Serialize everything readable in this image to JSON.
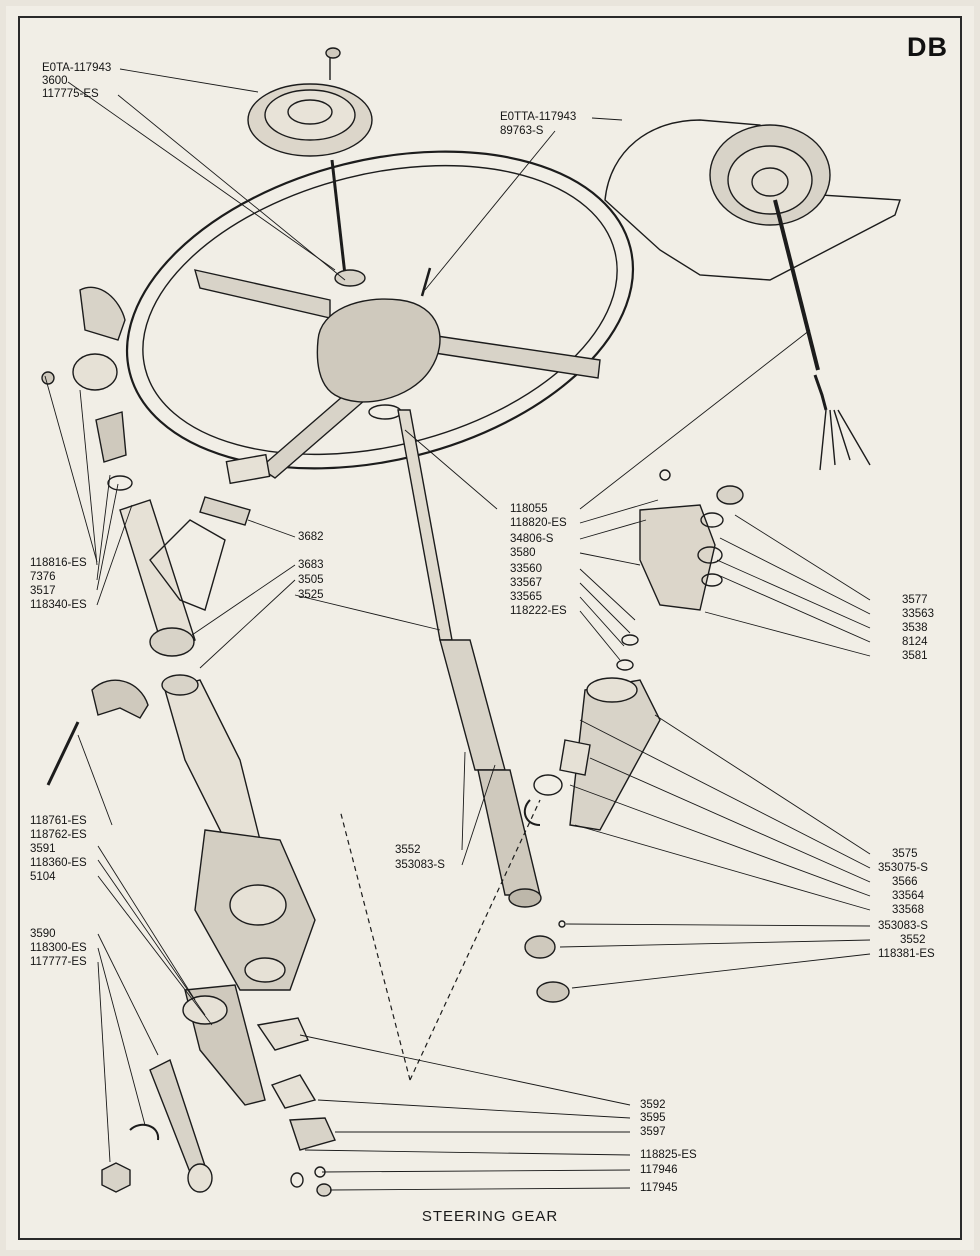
{
  "page_code": "DB",
  "caption": "STEERING GEAR",
  "labels_left": [
    {
      "id": "l1",
      "text": "E0TA-117943"
    },
    {
      "id": "l2",
      "text": "3600"
    },
    {
      "id": "l3",
      "text": "117775-ES"
    },
    {
      "id": "l4",
      "text": "118816-ES"
    },
    {
      "id": "l5",
      "text": "7376"
    },
    {
      "id": "l6",
      "text": "3517"
    },
    {
      "id": "l7",
      "text": "118340-ES"
    },
    {
      "id": "l8",
      "text": "118761-ES"
    },
    {
      "id": "l9",
      "text": "118762-ES"
    },
    {
      "id": "l10",
      "text": "3591"
    },
    {
      "id": "l11",
      "text": "118360-ES"
    },
    {
      "id": "l12",
      "text": "5104"
    },
    {
      "id": "l13",
      "text": "3590"
    },
    {
      "id": "l14",
      "text": "118300-ES"
    },
    {
      "id": "l15",
      "text": "117777-ES"
    }
  ],
  "labels_mid": [
    {
      "id": "m1",
      "text": "E0TTA-117943"
    },
    {
      "id": "m2",
      "text": "89763-S"
    },
    {
      "id": "m3",
      "text": "3682"
    },
    {
      "id": "m4",
      "text": "3683"
    },
    {
      "id": "m5",
      "text": "3505"
    },
    {
      "id": "m6",
      "text": "3525"
    },
    {
      "id": "m7",
      "text": "118055"
    },
    {
      "id": "m8",
      "text": "118820-ES"
    },
    {
      "id": "m9",
      "text": "34806-S"
    },
    {
      "id": "m10",
      "text": "3580"
    },
    {
      "id": "m11",
      "text": "33560"
    },
    {
      "id": "m12",
      "text": "33567"
    },
    {
      "id": "m13",
      "text": "33565"
    },
    {
      "id": "m14",
      "text": "118222-ES"
    },
    {
      "id": "m15",
      "text": "3552"
    },
    {
      "id": "m16",
      "text": "353083-S"
    }
  ],
  "labels_right": [
    {
      "id": "r1",
      "text": "3577"
    },
    {
      "id": "r2",
      "text": "33563"
    },
    {
      "id": "r3",
      "text": "3538"
    },
    {
      "id": "r4",
      "text": "8124"
    },
    {
      "id": "r5",
      "text": "3581"
    },
    {
      "id": "r6",
      "text": "3575"
    },
    {
      "id": "r7",
      "text": "353075-S"
    },
    {
      "id": "r8",
      "text": "3566"
    },
    {
      "id": "r9",
      "text": "33564"
    },
    {
      "id": "r10",
      "text": "33568"
    },
    {
      "id": "r11",
      "text": "353083-S"
    },
    {
      "id": "r12",
      "text": "3552"
    },
    {
      "id": "r13",
      "text": "118381-ES"
    }
  ],
  "labels_bottom": [
    {
      "id": "b1",
      "text": "3592"
    },
    {
      "id": "b2",
      "text": "3595"
    },
    {
      "id": "b3",
      "text": "3597"
    },
    {
      "id": "b4",
      "text": "118825-ES"
    },
    {
      "id": "b5",
      "text": "117946"
    },
    {
      "id": "b6",
      "text": "117945"
    }
  ],
  "colors": {
    "paper": "#f1eee6",
    "ink": "#1a1a1a",
    "background": "#e9e5dc"
  }
}
